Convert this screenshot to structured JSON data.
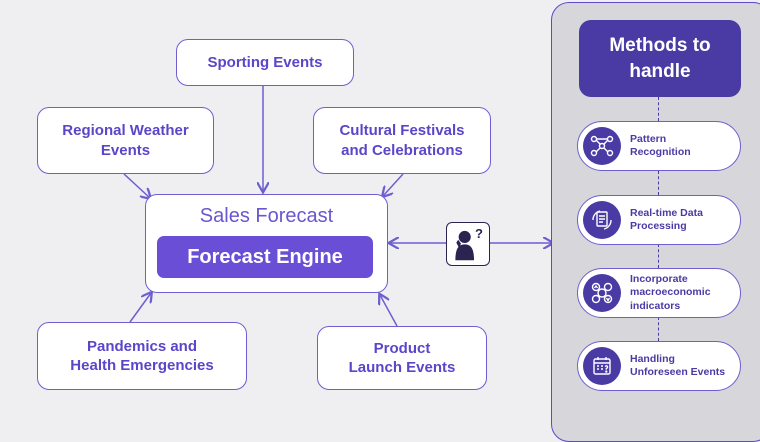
{
  "factors": {
    "sporting": "Sporting Events",
    "weather_l1": "Regional Weather",
    "weather_l2": "Events",
    "festivals_l1": "Cultural Festivals",
    "festivals_l2": "and Celebrations",
    "pandemics_l1": "Pandemics and",
    "pandemics_l2": "Health Emergencies",
    "product_l1": "Product",
    "product_l2": "Launch Events"
  },
  "center": {
    "title": "Sales Forecast",
    "engine": "Forecast Engine"
  },
  "panel": {
    "title_l1": "Methods to",
    "title_l2": "handle",
    "methods": [
      {
        "l1": "Pattern",
        "l2": "Recognition",
        "l3": "",
        "icon": "network-icon"
      },
      {
        "l1": "Real-time Data",
        "l2": "Processing",
        "l3": "",
        "icon": "document-sync-icon"
      },
      {
        "l1": "Incorporate",
        "l2": "macroeconomic",
        "l3": "indicators",
        "icon": "chart-circle-icon"
      },
      {
        "l1": "Handling",
        "l2": "Unforeseen Events",
        "l3": "",
        "icon": "calendar-question-icon"
      }
    ]
  },
  "colors": {
    "accent": "#6a4fd6",
    "dark_accent": "#4a3aa4",
    "border": "#6e5fd0",
    "background": "#efeff1"
  }
}
